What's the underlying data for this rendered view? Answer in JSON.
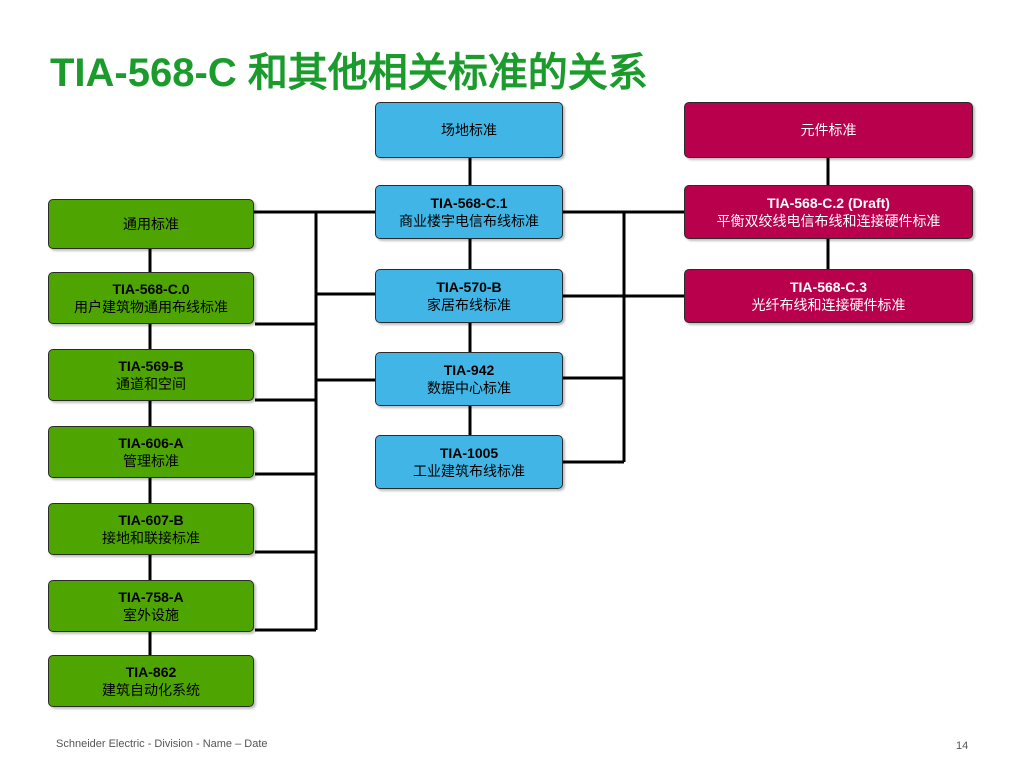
{
  "title": "TIA-568-C 和其他相关标准的关系",
  "columns": {
    "site_header": "场地标准",
    "component_header": "元件标准",
    "general_header": "通用标准"
  },
  "general": [
    {
      "code": "TIA-568-C.0",
      "desc": "用户建筑物通用布线标准"
    },
    {
      "code": "TIA-569-B",
      "desc": "通道和空间"
    },
    {
      "code": "TIA-606-A",
      "desc": "管理标准"
    },
    {
      "code": "TIA-607-B",
      "desc": "接地和联接标准"
    },
    {
      "code": "TIA-758-A",
      "desc": "室外设施"
    },
    {
      "code": "TIA-862",
      "desc": "建筑自动化系统"
    }
  ],
  "site": [
    {
      "code": "TIA-568-C.1",
      "desc": "商业楼宇电信布线标准"
    },
    {
      "code": "TIA-570-B",
      "desc": "家居布线标准"
    },
    {
      "code": "TIA-942",
      "desc": "数据中心标准"
    },
    {
      "code": "TIA-1005",
      "desc": "工业建筑布线标准"
    }
  ],
  "component": [
    {
      "code": "TIA-568-C.2 (Draft)",
      "desc": "平衡双绞线电信布线和连接硬件标准"
    },
    {
      "code": "TIA-568-C.3",
      "desc": "光纤布线和连接硬件标准"
    }
  ],
  "colors": {
    "general": "#4ea400",
    "site": "#41b6e6",
    "component": "#b8004d",
    "title": "#1a9b2c"
  },
  "footer": {
    "left": "Schneider Electric - Division - Name – Date",
    "page": "14"
  }
}
